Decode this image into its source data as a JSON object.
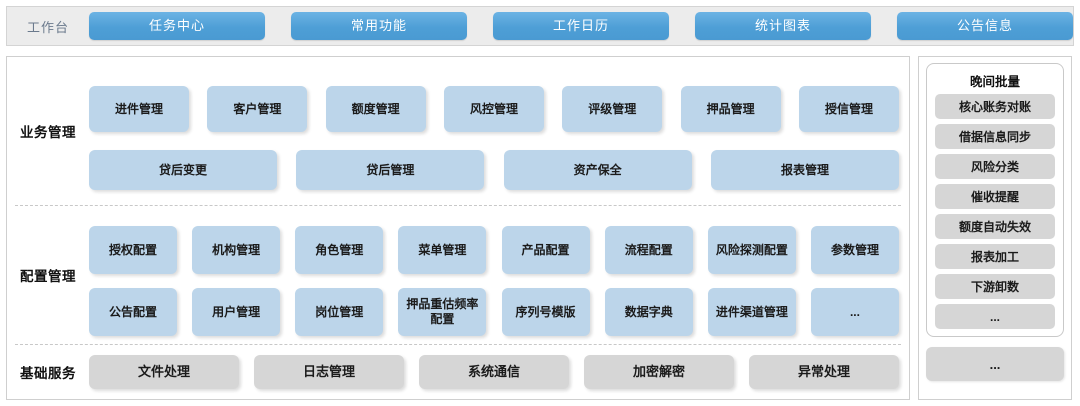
{
  "header": {
    "workbench_label": "工作台",
    "nav_buttons": [
      {
        "label": "任务中心"
      },
      {
        "label": "常用功能"
      },
      {
        "label": "工作日历"
      },
      {
        "label": "统计图表"
      },
      {
        "label": "公告信息"
      }
    ]
  },
  "sections": [
    {
      "id": "business",
      "label": "业务管理",
      "rows": [
        {
          "style": "blue-small",
          "cards": [
            "进件管理",
            "客户管理",
            "额度管理",
            "风控管理",
            "评级管理",
            "押品管理",
            "授信管理"
          ]
        },
        {
          "style": "blue-wide",
          "cards": [
            "贷后变更",
            "贷后管理",
            "资产保全",
            "报表管理"
          ]
        }
      ]
    },
    {
      "id": "config",
      "label": "配置管理",
      "rows": [
        {
          "style": "blue-cfg",
          "cards": [
            "授权配置",
            "机构管理",
            "角色管理",
            "菜单管理",
            "产品配置",
            "流程配置",
            "风险探测配置",
            "参数管理"
          ]
        },
        {
          "style": "blue-cfg",
          "cards": [
            "公告配置",
            "用户管理",
            "岗位管理",
            "押品重估频率配置",
            "序列号模版",
            "数据字典",
            "进件渠道管理",
            "..."
          ]
        }
      ]
    },
    {
      "id": "basic",
      "label": "基础服务",
      "rows": [
        {
          "style": "gray-wide",
          "cards": [
            "文件处理",
            "日志管理",
            "系统通信",
            "加密解密",
            "异常处理"
          ]
        }
      ]
    }
  ],
  "right_panel": {
    "batch_title": "晚间批量",
    "batch_items": [
      "核心账务对账",
      "借据信息同步",
      "风险分类",
      "催收提醒",
      "额度自动失效",
      "报表加工",
      "下游卸数",
      "..."
    ],
    "tail_card": "..."
  },
  "colors": {
    "accent_blue": "#4e9fd6",
    "card_blue": "#bcd5ea",
    "card_gray": "#d6d6d6",
    "header_bg": "#ececec"
  }
}
